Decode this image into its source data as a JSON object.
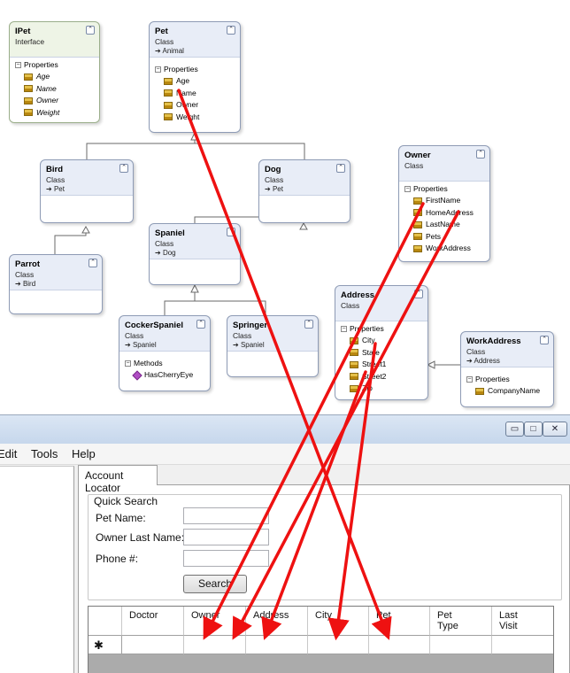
{
  "diagram": {
    "classes": {
      "ipet": {
        "name": "IPet",
        "stereotype": "Interface",
        "base": "",
        "section": "Properties",
        "members": [
          "Age",
          "Name",
          "Owner",
          "Weight"
        ]
      },
      "pet": {
        "name": "Pet",
        "stereotype": "Class",
        "base": "Animal",
        "section": "Properties",
        "members": [
          "Age",
          "Name",
          "Owner",
          "Weight"
        ]
      },
      "owner": {
        "name": "Owner",
        "stereotype": "Class",
        "base": "",
        "section": "Properties",
        "members": [
          "FirstName",
          "HomeAddress",
          "LastName",
          "Pets",
          "WorkAddress"
        ]
      },
      "bird": {
        "name": "Bird",
        "stereotype": "Class",
        "base": "Pet"
      },
      "dog": {
        "name": "Dog",
        "stereotype": "Class",
        "base": "Pet"
      },
      "spaniel": {
        "name": "Spaniel",
        "stereotype": "Class",
        "base": "Dog"
      },
      "parrot": {
        "name": "Parrot",
        "stereotype": "Class",
        "base": "Bird"
      },
      "address": {
        "name": "Address",
        "stereotype": "Class",
        "base": "",
        "section": "Properties",
        "members": [
          "City",
          "State",
          "Street1",
          "Street2",
          "Zip"
        ]
      },
      "cockerspaniel": {
        "name": "CockerSpaniel",
        "stereotype": "Class",
        "base": "Spaniel",
        "section": "Methods",
        "members": [
          "HasCherryEye"
        ]
      },
      "springer": {
        "name": "Springer",
        "stereotype": "Class",
        "base": "Spaniel"
      },
      "workaddress": {
        "name": "WorkAddress",
        "stereotype": "Class",
        "base": "Address",
        "section": "Properties",
        "members": [
          "CompanyName"
        ]
      }
    },
    "icons": {
      "collapse": "double-chevron-up-icon",
      "section_toggle": "minus-box-icon",
      "property": "property-icon",
      "method": "method-icon",
      "base_arrow": "inherit-arrow-icon"
    },
    "glyphs": {
      "collapse": "⌃",
      "minus": "−",
      "base_arrow": "➔"
    },
    "colors": {
      "arrow": "#ee1111",
      "class_header": "#e8edf7",
      "interface_header": "#eef4e6"
    }
  },
  "window": {
    "menu": [
      "Edit",
      "Tools",
      "Help"
    ],
    "controls": {
      "minimize": "▭",
      "maximize": "□",
      "close": "✕"
    },
    "tab_label": "Account Locator",
    "quick_search": {
      "title": "Quick Search",
      "fields": [
        {
          "label": "Pet Name:",
          "value": ""
        },
        {
          "label": "Owner Last Name:",
          "value": ""
        },
        {
          "label": "Phone #:",
          "value": ""
        }
      ],
      "button": "Search"
    },
    "grid": {
      "columns": [
        "Doctor",
        "Owner",
        "Address",
        "City",
        "Pet",
        "Pet\nType",
        "Last\nVisit"
      ],
      "new_row_marker": "✱"
    }
  }
}
